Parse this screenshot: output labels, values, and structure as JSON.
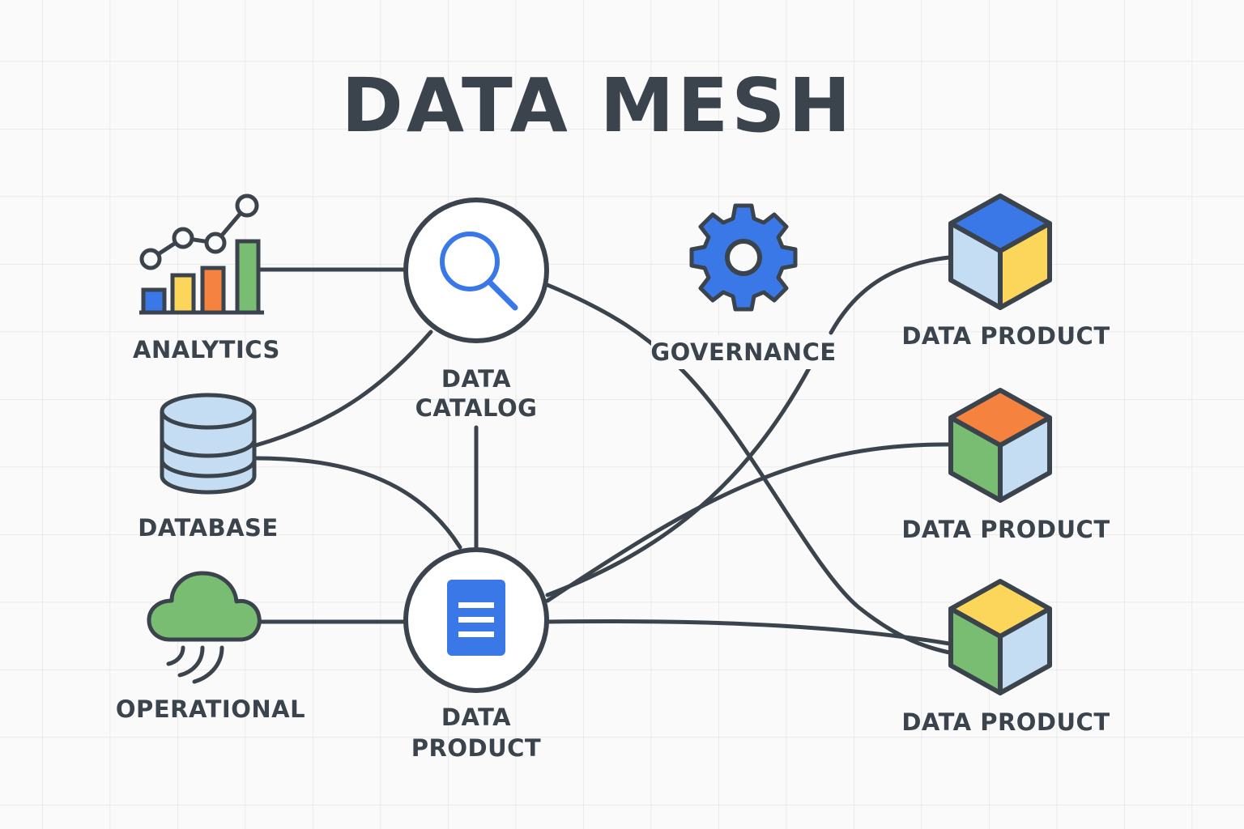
{
  "title": "DATA MESH",
  "nodes": {
    "analytics": {
      "label": "ANALYTICS",
      "icon": "chart-icon"
    },
    "database": {
      "label": "DATABASE",
      "icon": "database-icon"
    },
    "operational": {
      "label": "OPERATIONAL",
      "icon": "cloud-icon"
    },
    "data_catalog": {
      "label_line1": "DATA",
      "label_line2": "CATALOG",
      "icon": "search-icon"
    },
    "data_product_center": {
      "label_line1": "DATA",
      "label_line2": "PRODUCT",
      "icon": "document-icon"
    },
    "governance": {
      "label": "GOVERNANCE",
      "icon": "gear-icon"
    },
    "data_product_1": {
      "label": "DATA PRODUCT",
      "icon": "cube-icon"
    },
    "data_product_2": {
      "label": "DATA PRODUCT",
      "icon": "cube-icon"
    },
    "data_product_3": {
      "label": "DATA PRODUCT",
      "icon": "cube-icon"
    }
  },
  "colors": {
    "outline": "#3b444c",
    "blue": "#3b78e7",
    "light_blue": "#c4ddf2",
    "yellow": "#fbd65a",
    "orange": "#f5823f",
    "green": "#79bd72",
    "grid": "#e6e6e6",
    "background": "#fafafa"
  }
}
